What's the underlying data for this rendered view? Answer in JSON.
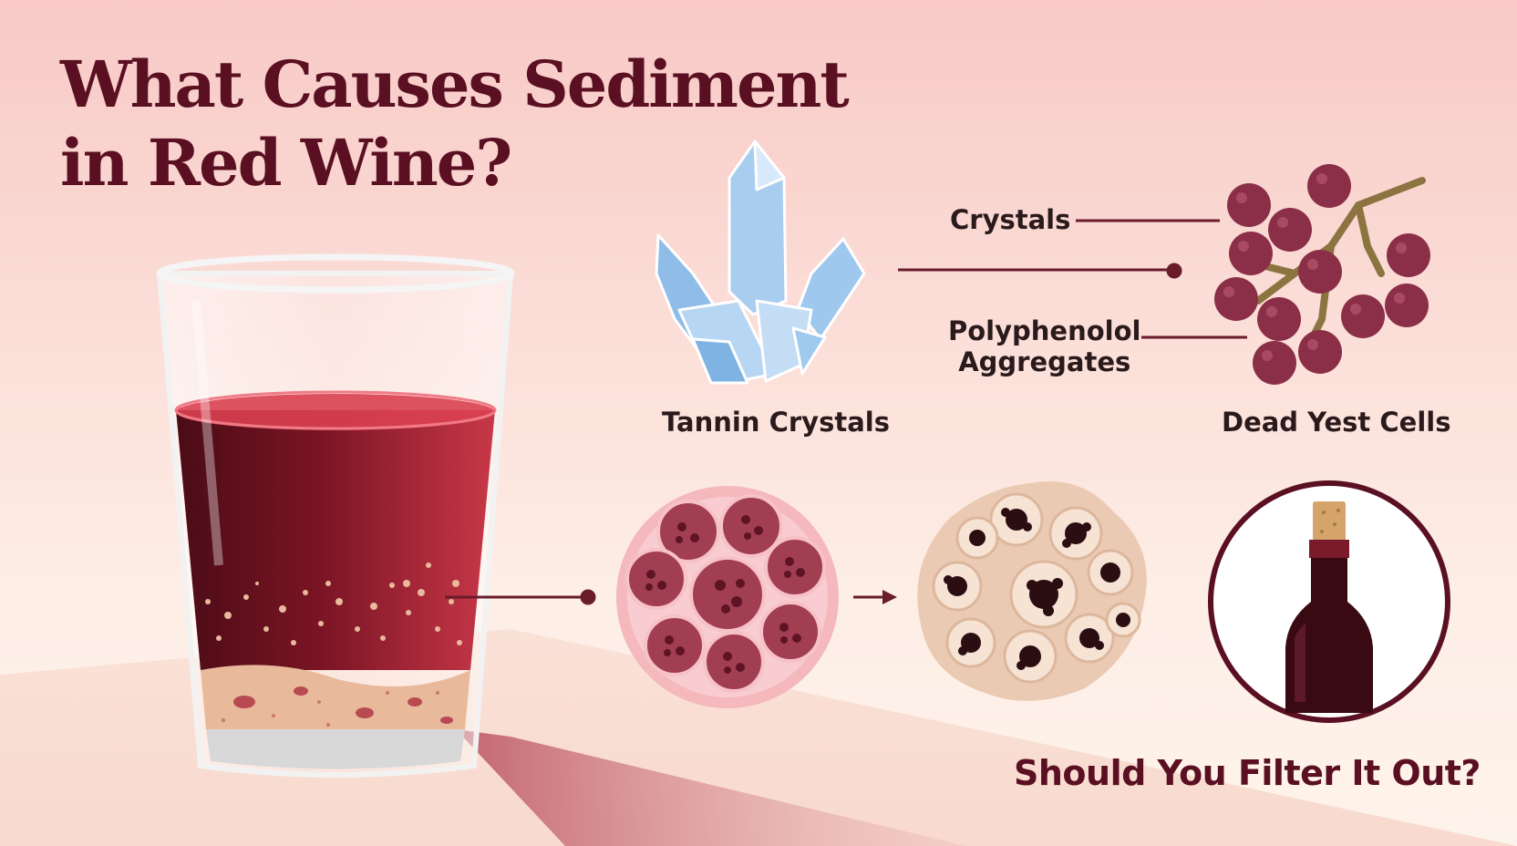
{
  "title": {
    "line1": "What Causes Sediment",
    "line2": "in Red Wine?"
  },
  "labels": {
    "tannin_crystals": "Tannin Crystals",
    "crystals": "Crystals",
    "polyphenolol_line1": "Polyphenolol",
    "polyphenolol_line2": "Aggregates",
    "dead_yeast_cells": "Dead Yest Cells",
    "question": "Should You Filter It Out?"
  },
  "colors": {
    "title": "#5a1022",
    "wine": "#7c1424",
    "sediment": "#e9b99b",
    "crystal": "#a9cdef",
    "grape": "#8b2f48",
    "connector": "#6a1c2a",
    "yeast_cell": "#f0d2bb",
    "bottle": "#3a0a12"
  },
  "icons": [
    "wine-glass-icon",
    "crystal-cluster-icon",
    "grape-cluster-icon",
    "aggregate-cluster-icon",
    "yeast-cluster-icon",
    "wine-bottle-icon"
  ]
}
